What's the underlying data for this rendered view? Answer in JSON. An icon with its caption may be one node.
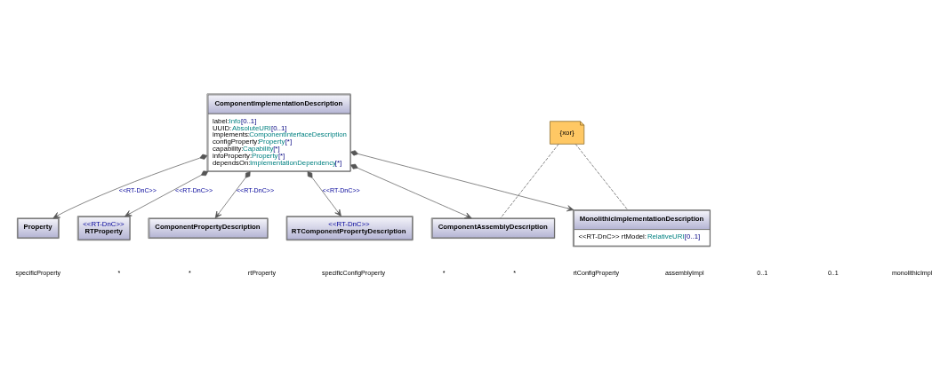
{
  "diagram": {
    "nodes": [
      {
        "text": [
          "ComponentImplementationDescription",
          "label:Info[0..1]",
          "UUID:AbsoluteURI[0..1]",
          "implements:ComponentInterfaceDescription",
          "configProperty:Property[*]",
          "capability:Capability[*]",
          "infoProperty:Property[*]",
          "dependsOn:ImplementationDependency[*]"
        ]
      },
      {
        "text": [
          "ComponentPropertyDescription"
        ]
      },
      {
        "text": [
          "<<RT-DnC>>",
          "RTComponentPropertyDescription"
        ]
      },
      {
        "text": [
          "Property"
        ]
      },
      {
        "text": [
          "<<RT-DnC>>",
          "RTProperty"
        ]
      },
      {
        "text": [
          "ComponentAssemblyDescription"
        ]
      },
      {
        "text": [
          "MonolithicImplementationDescription",
          "<<RT-DnC>> rtModel:RelativeURI[0..1]"
        ]
      },
      {
        "text": [
          "{xor}"
        ]
      }
    ],
    "edges": [
      {
        "from": 0,
        "to": 1,
        "arrow": "to",
        "label": "<<RT-DnC>>"
      },
      {
        "from": 0,
        "to": 2,
        "arrow": "to",
        "label": "<<RT-DnC>>"
      },
      {
        "from": 0,
        "to": 3,
        "arrow": "to",
        "label": "<<RT-DnC>>"
      },
      {
        "from": 0,
        "to": 4,
        "arrow": "to",
        "label": "<<RT-DnC>>"
      },
      {
        "from": 0,
        "to": 5,
        "arrow": "to"
      },
      {
        "from": 0,
        "to": 6,
        "arrow": "to"
      },
      {
        "from": 7,
        "to": 5,
        "arrow": "none",
        "style": "dashed"
      },
      {
        "from": 7,
        "to": 6,
        "arrow": "none",
        "style": "dashed"
      }
    ],
    "labels": [
      "specificProperty",
      "*",
      "*",
      "rtProperty",
      "specificConfigProperty",
      "*",
      "*",
      "rtConfigProperty",
      "assemblyImpl",
      "0..1",
      "0..1",
      "monolithicImpl"
    ]
  }
}
